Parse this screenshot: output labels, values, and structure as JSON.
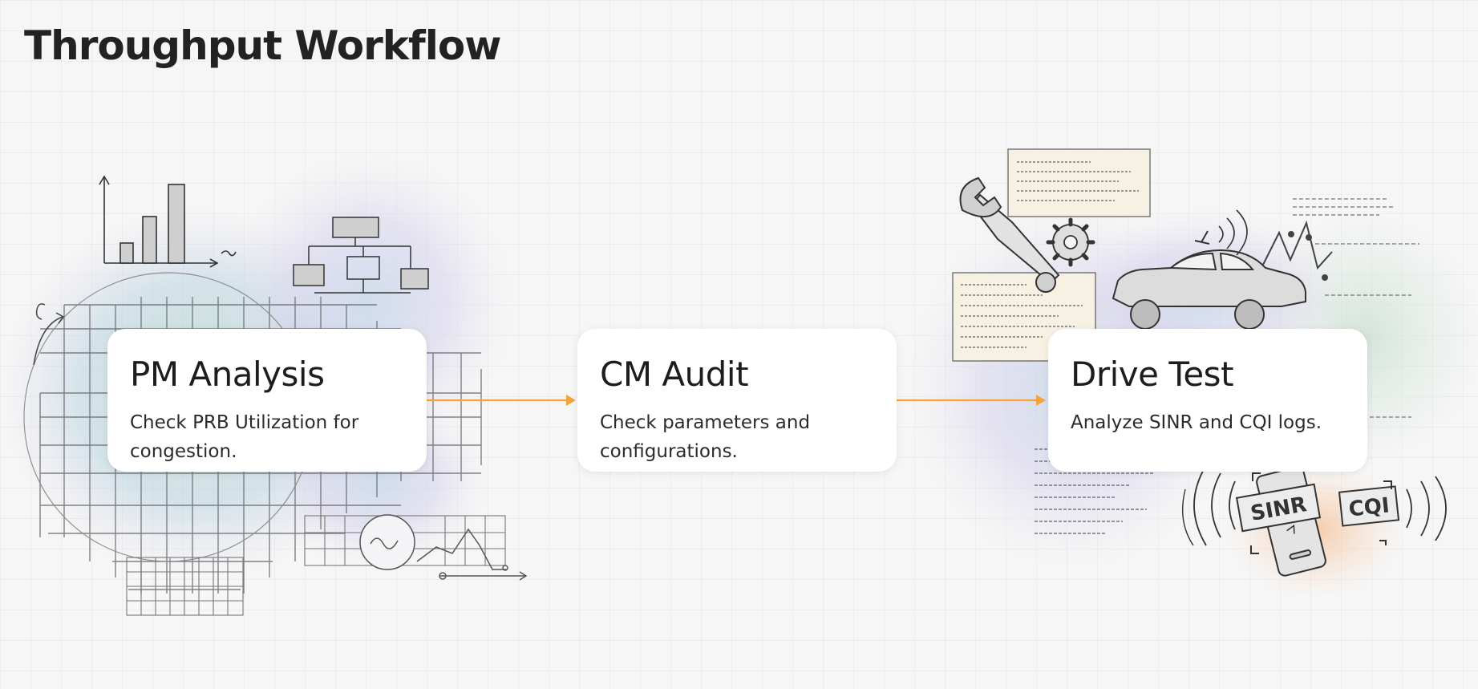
{
  "title": "Throughput Workflow",
  "steps": [
    {
      "title": "PM Analysis",
      "description": "Check PRB Utilization for congestion."
    },
    {
      "title": "CM Audit",
      "description": "Check parameters and configurations."
    },
    {
      "title": "Drive Test",
      "description": "Analyze SINR and CQI logs."
    }
  ],
  "badges": {
    "sinr": "SINR",
    "cqi": "CQI"
  },
  "colors": {
    "arrow": "#f5a43a",
    "card": "#ffffff",
    "text": "#1e1e1e"
  }
}
